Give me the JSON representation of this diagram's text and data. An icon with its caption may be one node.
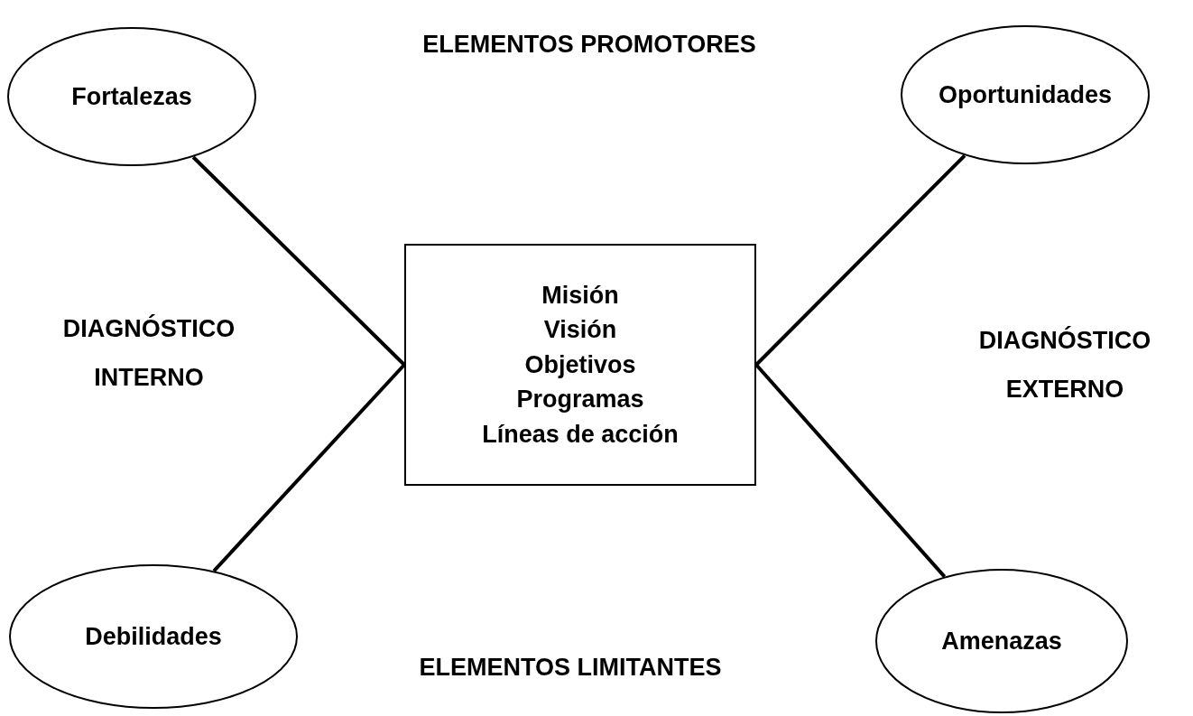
{
  "diagram": {
    "nodes": [
      {
        "text": [
          "Fortalezas"
        ]
      },
      {
        "text": [
          "Oportunidades"
        ]
      },
      {
        "text": [
          "Misión",
          "Visión",
          "Objetivos",
          "Programas",
          "Líneas de acción"
        ]
      },
      {
        "text": [
          "Debilidades"
        ]
      },
      {
        "text": [
          "Amenazas"
        ]
      }
    ],
    "edges": [
      {
        "from": 0,
        "to": 2,
        "arrow": "none"
      },
      {
        "from": 1,
        "to": 2,
        "arrow": "none"
      },
      {
        "from": 3,
        "to": 2,
        "arrow": "none"
      },
      {
        "from": 4,
        "to": 2,
        "arrow": "none"
      }
    ],
    "labels": [
      "ELEMENTOS PROMOTORES",
      "DIAGNÓSTICO INTERNO",
      "DIAGNÓSTICO EXTERNO",
      "ELEMENTOS LIMITANTES"
    ]
  }
}
